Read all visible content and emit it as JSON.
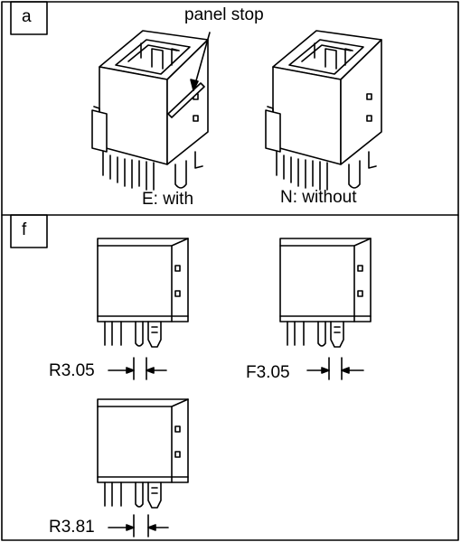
{
  "section_a": {
    "tag": "a",
    "callout": "panel stop",
    "captions": [
      "E: with",
      "N: without"
    ]
  },
  "section_f": {
    "tag": "f",
    "dimensions": [
      "R3.05",
      "F3.05",
      "R3.81"
    ]
  }
}
